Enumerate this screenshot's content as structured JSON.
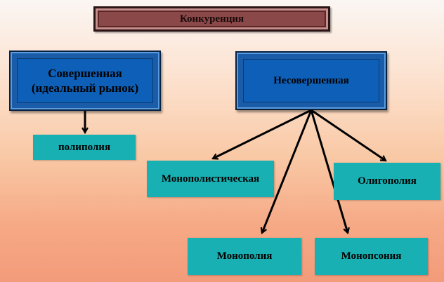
{
  "title": "Конкуренция",
  "perfect": {
    "line1": "Совершенная",
    "line2": "(идеальный рынок)"
  },
  "imperfect": "Несовершенная",
  "nodes": {
    "poly": "полиполия",
    "monopolistic": "Монополистическая",
    "oligo": "Олигополия",
    "monopoly": "Монополия",
    "monopsony": "Монопсония"
  },
  "colors": {
    "title_fill": "#8a4848",
    "category_fill": "#0e5fb7",
    "leaf_fill": "#18b0b3",
    "arrow": "#000000"
  }
}
